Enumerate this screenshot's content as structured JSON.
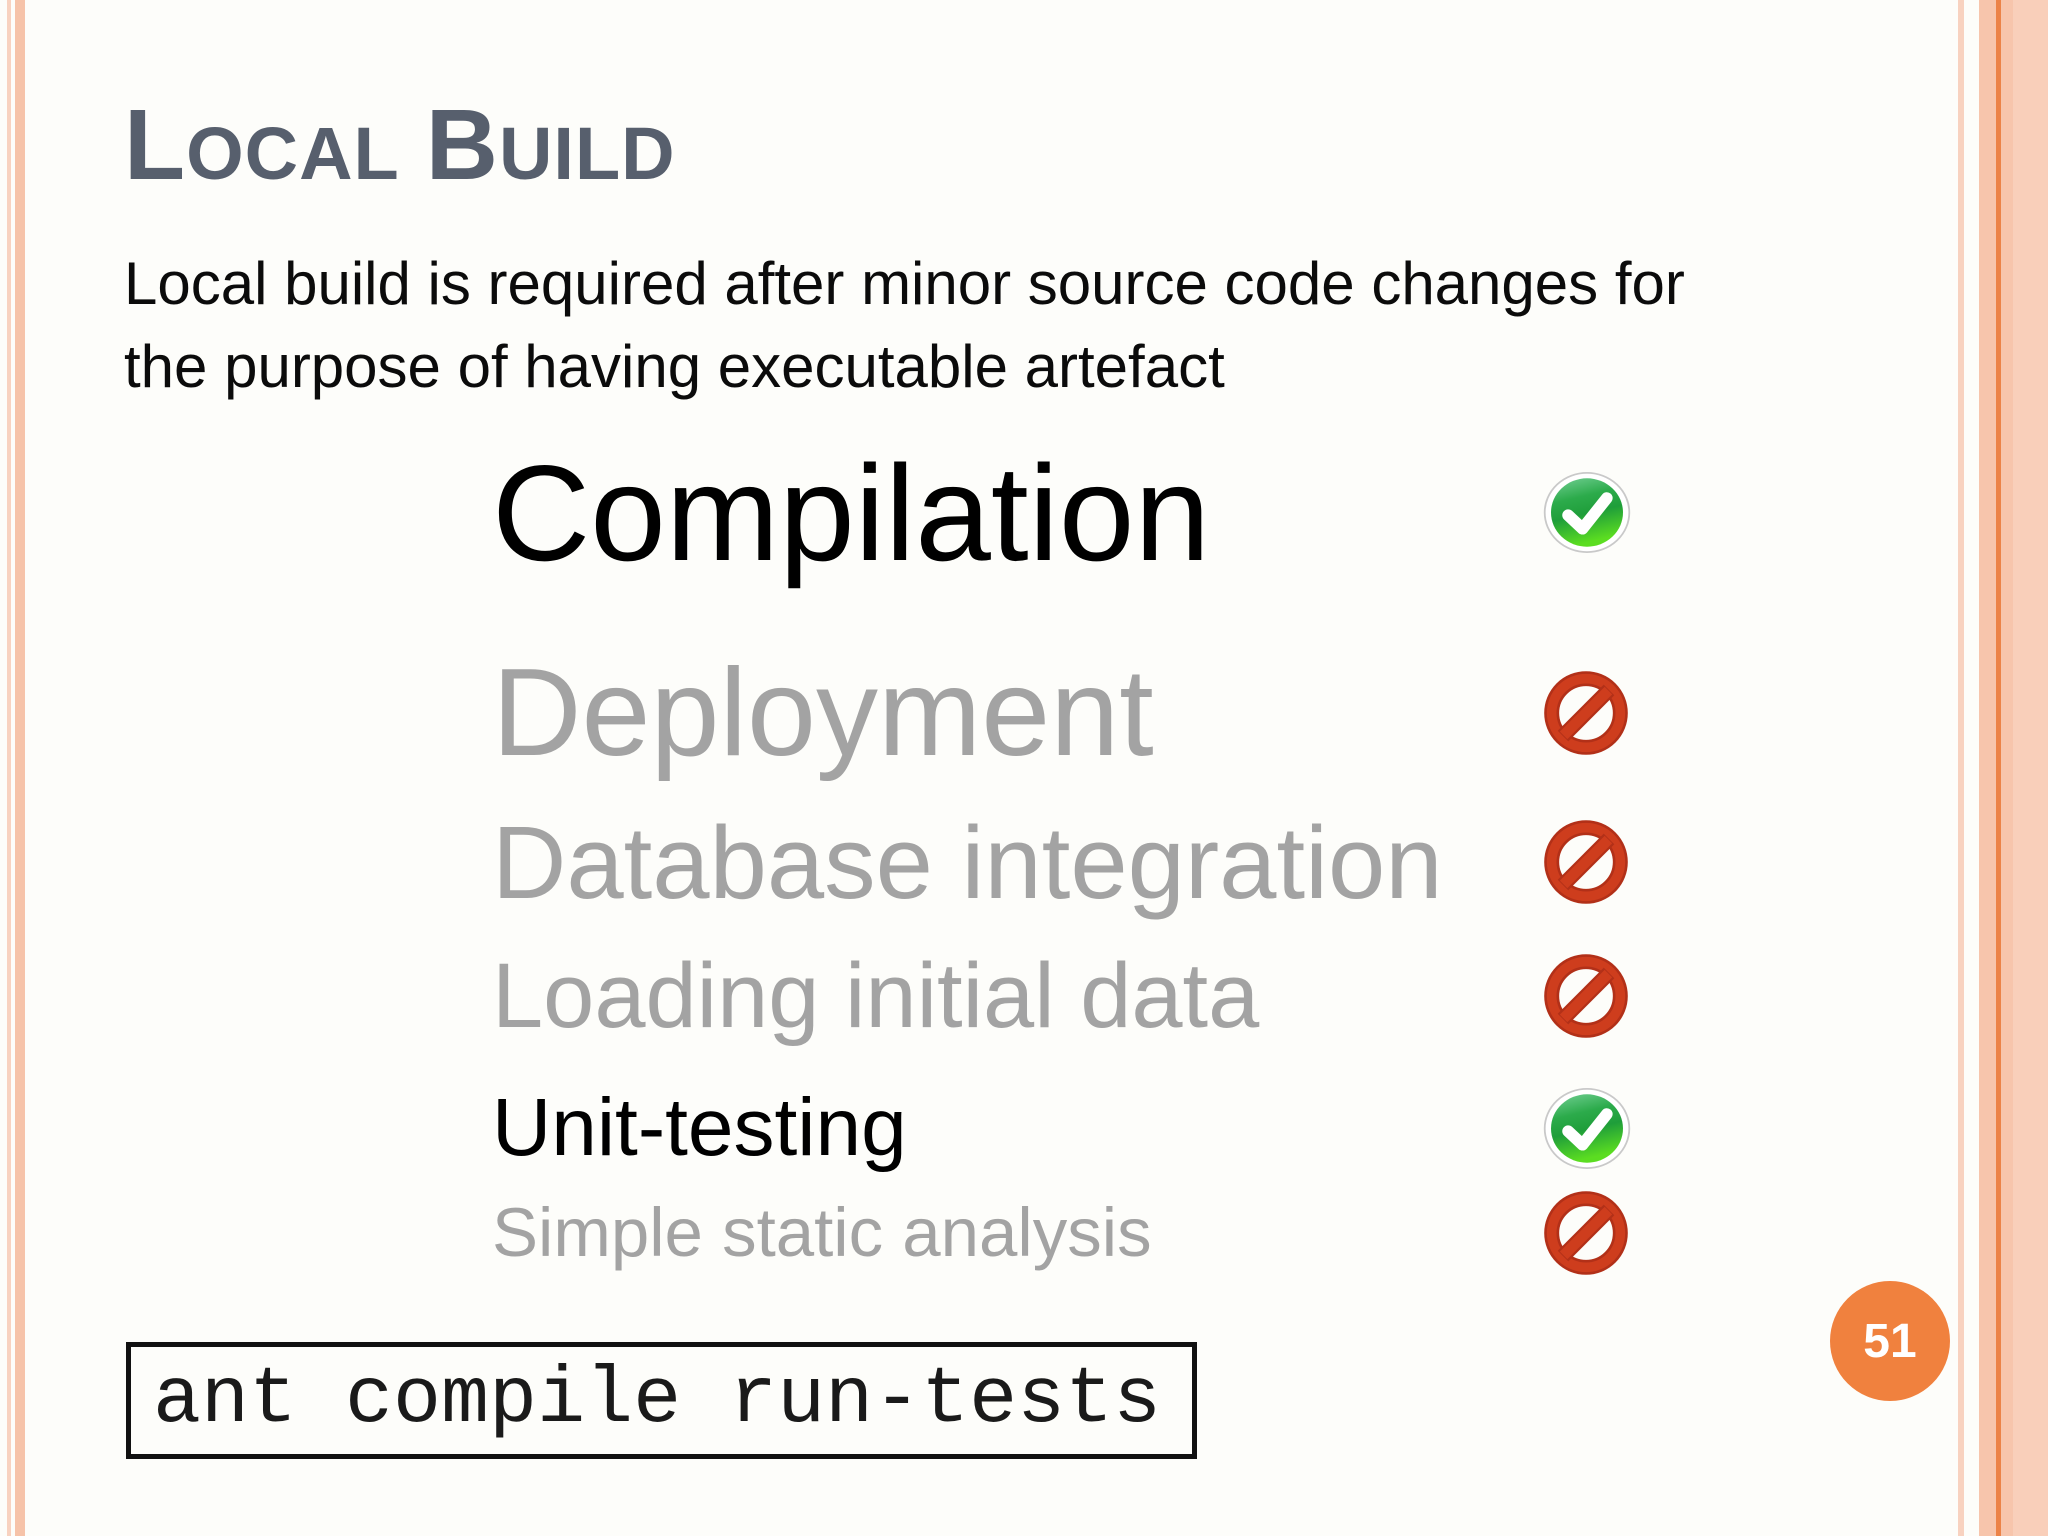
{
  "theme": {
    "background": "#fdfdfa",
    "stripe_light": "#f8d2c0",
    "stripe_main": "#f6c3a9",
    "accent_line": "#ec8348",
    "title_color": "#575f6d",
    "body_text_color": "#0b0b0b",
    "muted_step_color": "#a3a3a3",
    "done_icon": "check-icon",
    "done_icon_color": "#2cab4b",
    "blocked_icon": "prohibition-icon",
    "blocked_icon_color": "#c63a1d",
    "page_badge_bg": "#f0813e"
  },
  "title": {
    "lead1": "L",
    "rest1": "OCAL",
    "lead2": "B",
    "rest2": "UILD"
  },
  "intro": {
    "line1": "Local build is required after minor source code changes for",
    "line2": "the purpose of having executable artefact"
  },
  "build_steps": [
    {
      "label": "Compilation",
      "status": "done"
    },
    {
      "label": "Deployment",
      "status": "blocked"
    },
    {
      "label": "Database integration",
      "status": "blocked"
    },
    {
      "label": "Loading initial data",
      "status": "blocked"
    },
    {
      "label": "Unit-testing",
      "status": "done"
    },
    {
      "label": "Simple static analysis",
      "status": "blocked"
    }
  ],
  "command_box": {
    "text": "ant compile run-tests"
  },
  "page_number": "51"
}
